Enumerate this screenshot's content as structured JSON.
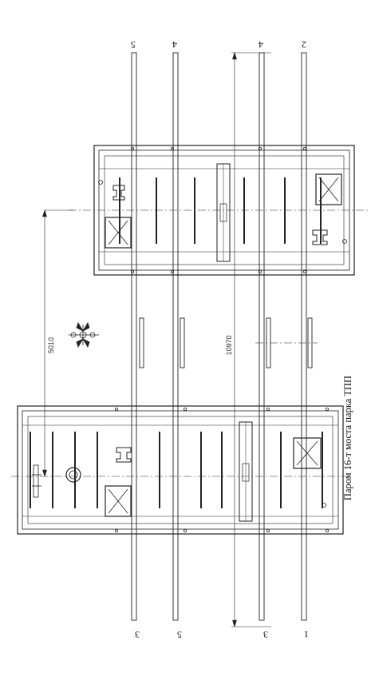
{
  "caption": "Паром 16-т моста парка ТПП",
  "dimensions": {
    "span_a": "5010",
    "span_b": "10970"
  },
  "rail_labels": {
    "top": [
      "5",
      "4",
      "4",
      "2"
    ],
    "bottom": [
      "3",
      "5",
      "3",
      "1"
    ]
  }
}
